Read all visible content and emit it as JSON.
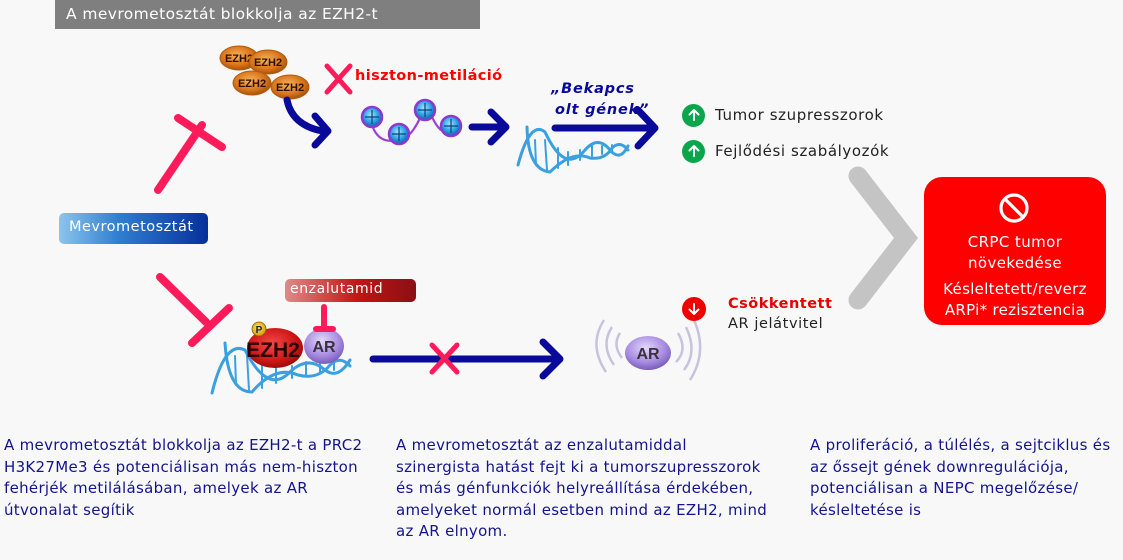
{
  "header": {
    "title": "A mevrometosztát blokkolja az EZH2-t"
  },
  "drug": {
    "label": "Mevrometosztát"
  },
  "enzalutamide": {
    "label": "enzalutamid"
  },
  "top_path": {
    "protein_label": "EZH2",
    "protein_count": 4,
    "blocked_process": "hiszton-metiláció",
    "on_genes_label_line1": "„Bekapcs",
    "on_genes_label_line2": "olt gének”",
    "outcomes": [
      {
        "icon": "arrow-up-circle-icon",
        "label": "Tumor szupresszorok",
        "color": "#0aa64c"
      },
      {
        "icon": "arrow-up-circle-icon",
        "label": "Fejlődési szabályozók",
        "color": "#0aa64c"
      }
    ]
  },
  "bottom_path": {
    "complex_labels": {
      "ezh2": "EZH2",
      "ar": "AR",
      "phospho": "P"
    },
    "free_ar_label": "AR",
    "outcome": {
      "icon": "arrow-down-circle-icon",
      "title": "Csökkentett",
      "subtitle": "AR jelátvitel",
      "color": "#ee0000"
    }
  },
  "result": {
    "icon": "prohibited-icon",
    "line1": "CRPC tumor",
    "line2": "növekedése",
    "line3": "Késleltetett/reverz",
    "line4": "ARPi* rezisztencia",
    "color": "#ff0000"
  },
  "captions": [
    "A mevrometosztát blokkolja az EZH2-t a PRC2 H3K27Me3 és potenciálisan más nem-hiszton fehérjék metilálásában, amelyek az AR útvonalat segítik",
    "A mevrometosztát az enzalutamiddal szinergista hatást fejt ki a tumorszupresszorok és más génfunkciók helyreállítása érdekében, amelyeket normál esetben mind az EZH2, mind az AR elnyom.",
    "A proliferáció, a túlélés, a sejtciklus és az őssejt gének downregulációja, potenciálisan a NEPC megelőzése/ késleltetése is"
  ],
  "colors": {
    "inhibitor": "#ff1a5a",
    "arrow": "#0a0a9a",
    "chevron": "#c4c4c4",
    "caption_text": "#141490"
  }
}
